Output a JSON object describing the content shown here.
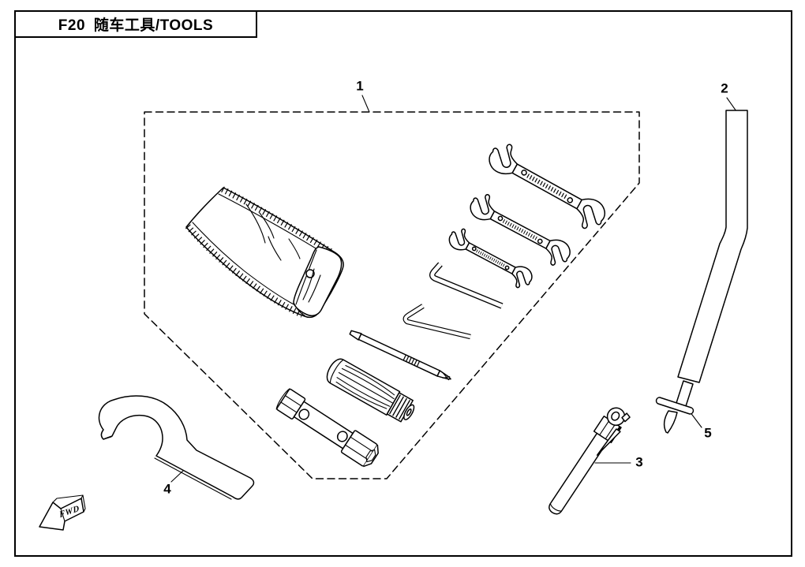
{
  "title_block": {
    "text": "F20 随车工具/TOOLS"
  },
  "callouts": {
    "c1": {
      "number": "1"
    },
    "c2": {
      "number": "2"
    },
    "c3": {
      "number": "3"
    },
    "c4": {
      "number": "4"
    },
    "c5": {
      "number": "5"
    }
  },
  "fwd_marker": {
    "label": "FWD"
  },
  "colors": {
    "line": "#000000",
    "background": "#ffffff"
  }
}
